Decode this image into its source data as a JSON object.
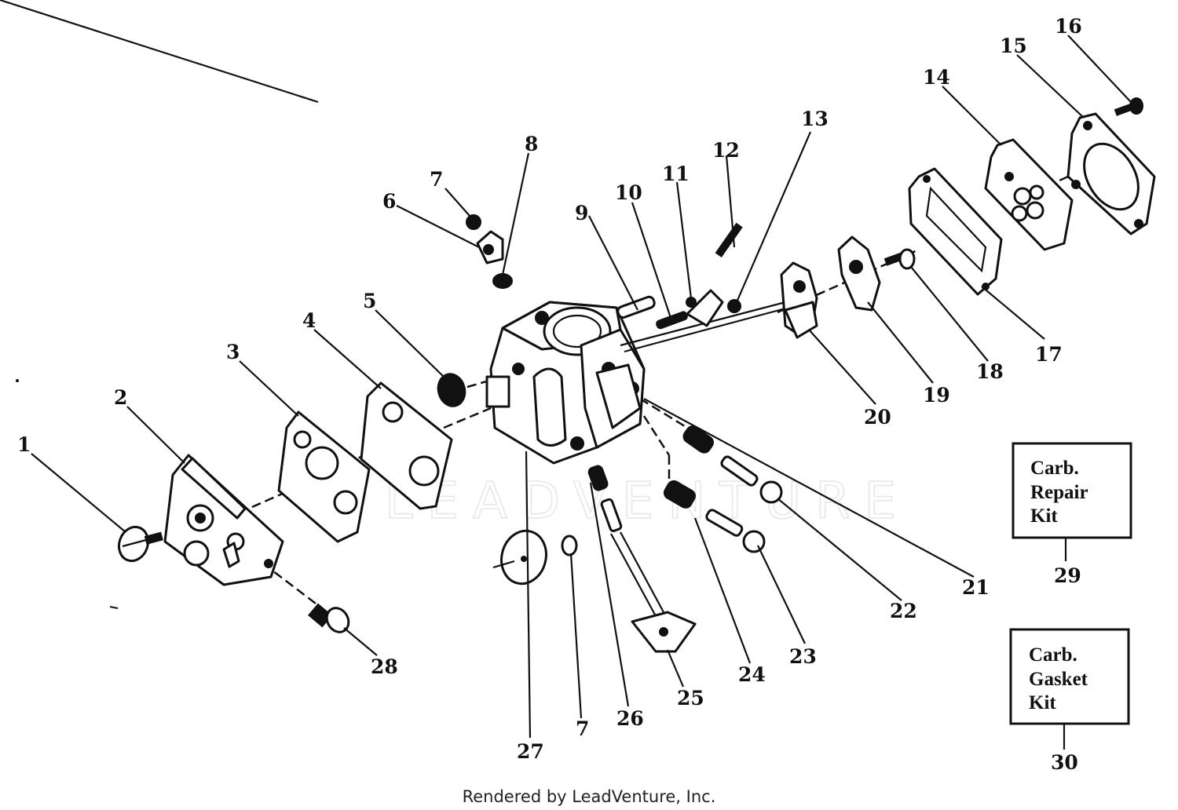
{
  "diagram": {
    "callouts": [
      {
        "id": "1",
        "label": "1"
      },
      {
        "id": "2",
        "label": "2"
      },
      {
        "id": "3",
        "label": "3"
      },
      {
        "id": "4",
        "label": "4"
      },
      {
        "id": "5",
        "label": "5"
      },
      {
        "id": "6",
        "label": "6"
      },
      {
        "id": "7a",
        "label": "7"
      },
      {
        "id": "8",
        "label": "8"
      },
      {
        "id": "9",
        "label": "9"
      },
      {
        "id": "10",
        "label": "10"
      },
      {
        "id": "11",
        "label": "11"
      },
      {
        "id": "12",
        "label": "12"
      },
      {
        "id": "13",
        "label": "13"
      },
      {
        "id": "14",
        "label": "14"
      },
      {
        "id": "15",
        "label": "15"
      },
      {
        "id": "16",
        "label": "16"
      },
      {
        "id": "17",
        "label": "17"
      },
      {
        "id": "18",
        "label": "18"
      },
      {
        "id": "19",
        "label": "19"
      },
      {
        "id": "20",
        "label": "20"
      },
      {
        "id": "21",
        "label": "21"
      },
      {
        "id": "22",
        "label": "22"
      },
      {
        "id": "23",
        "label": "23"
      },
      {
        "id": "24",
        "label": "24"
      },
      {
        "id": "25",
        "label": "25"
      },
      {
        "id": "26",
        "label": "26"
      },
      {
        "id": "27",
        "label": "27"
      },
      {
        "id": "7b",
        "label": "7"
      },
      {
        "id": "28",
        "label": "28"
      },
      {
        "id": "29",
        "label": "29"
      },
      {
        "id": "30",
        "label": "30"
      }
    ],
    "kits": [
      {
        "lines": [
          "Carb.",
          "Repair",
          "Kit"
        ],
        "number": "29"
      },
      {
        "lines": [
          "Carb.",
          "Gasket",
          "Kit"
        ],
        "number": "30"
      }
    ],
    "watermark": "LEADVENTURE",
    "footer": "Rendered by LeadVenture, Inc."
  }
}
